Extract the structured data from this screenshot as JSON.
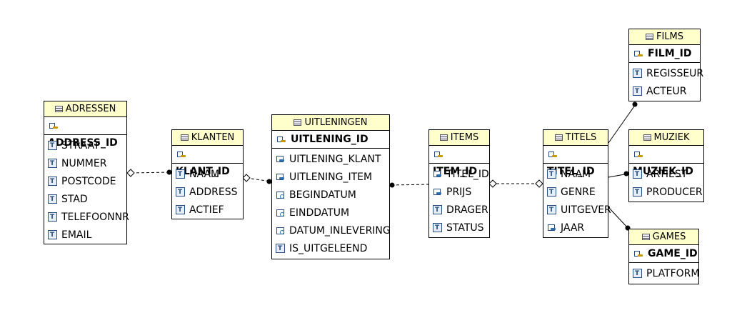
{
  "entities": {
    "adressen": {
      "name": "ADRESSEN",
      "pk": "ADDRESS_ID",
      "attrs": [
        {
          "label": "STRAAT",
          "icon": "text-icon"
        },
        {
          "label": "NUMMER",
          "icon": "text-icon"
        },
        {
          "label": "POSTCODE",
          "icon": "text-icon"
        },
        {
          "label": "STAD",
          "icon": "text-icon"
        },
        {
          "label": "TELEFOONNR",
          "icon": "text-icon"
        },
        {
          "label": "EMAIL",
          "icon": "text-icon"
        }
      ]
    },
    "klanten": {
      "name": "KLANTEN",
      "pk": "KLANT_ID",
      "attrs": [
        {
          "label": "NAAM",
          "icon": "text-icon"
        },
        {
          "label": "ADDRESS",
          "icon": "text-icon"
        },
        {
          "label": "ACTIEF",
          "icon": "text-icon"
        }
      ]
    },
    "uitleningen": {
      "name": "UITLENINGEN",
      "pk": "UITLENING_ID",
      "attrs": [
        {
          "label": "UITLENING_KLANT",
          "icon": "foreign-key-icon"
        },
        {
          "label": "UITLENING_ITEM",
          "icon": "foreign-key-icon"
        },
        {
          "label": "BEGINDATUM",
          "icon": "date-icon"
        },
        {
          "label": "EINDDATUM",
          "icon": "date-icon"
        },
        {
          "label": "DATUM_INLEVERING",
          "icon": "date-icon"
        },
        {
          "label": "IS_UITGELEEND",
          "icon": "text-icon"
        }
      ]
    },
    "items": {
      "name": "ITEMS",
      "pk": "ITEM_ID",
      "attrs": [
        {
          "label": "TITEL_ID",
          "icon": "foreign-key-icon"
        },
        {
          "label": "PRIJS",
          "icon": "foreign-key-icon"
        },
        {
          "label": "DRAGER",
          "icon": "text-icon"
        },
        {
          "label": "STATUS",
          "icon": "text-icon"
        }
      ]
    },
    "titels": {
      "name": "TITELS",
      "pk": "TITEL_ID",
      "attrs": [
        {
          "label": "NAAM",
          "icon": "text-icon"
        },
        {
          "label": "GENRE",
          "icon": "text-icon"
        },
        {
          "label": "UITGEVER",
          "icon": "text-icon"
        },
        {
          "label": "JAAR",
          "icon": "foreign-key-icon"
        }
      ]
    },
    "films": {
      "name": "FILMS",
      "pk": "FILM_ID",
      "attrs": [
        {
          "label": "REGISSEUR",
          "icon": "text-icon"
        },
        {
          "label": "ACTEUR",
          "icon": "text-icon"
        }
      ]
    },
    "muziek": {
      "name": "MUZIEK",
      "pk": "MUZIEK_ID",
      "attrs": [
        {
          "label": "ARTIEST",
          "icon": "text-icon"
        },
        {
          "label": "PRODUCER",
          "icon": "text-icon"
        }
      ]
    },
    "games": {
      "name": "GAMES",
      "pk": "GAME_ID",
      "attrs": [
        {
          "label": "PLATFORM",
          "icon": "text-icon"
        }
      ]
    }
  },
  "relationships": [
    {
      "from": "adressen",
      "to": "klanten",
      "style": "dashed"
    },
    {
      "from": "klanten",
      "to": "uitleningen",
      "style": "dashed"
    },
    {
      "from": "uitleningen",
      "to": "items",
      "style": "dashed"
    },
    {
      "from": "items",
      "to": "titels",
      "style": "dashed"
    },
    {
      "from": "titels",
      "to": "films",
      "style": "solid"
    },
    {
      "from": "titels",
      "to": "muziek",
      "style": "solid"
    },
    {
      "from": "titels",
      "to": "games",
      "style": "solid"
    }
  ],
  "colors": {
    "header_bg": "#ffffcc",
    "border": "#000000"
  }
}
